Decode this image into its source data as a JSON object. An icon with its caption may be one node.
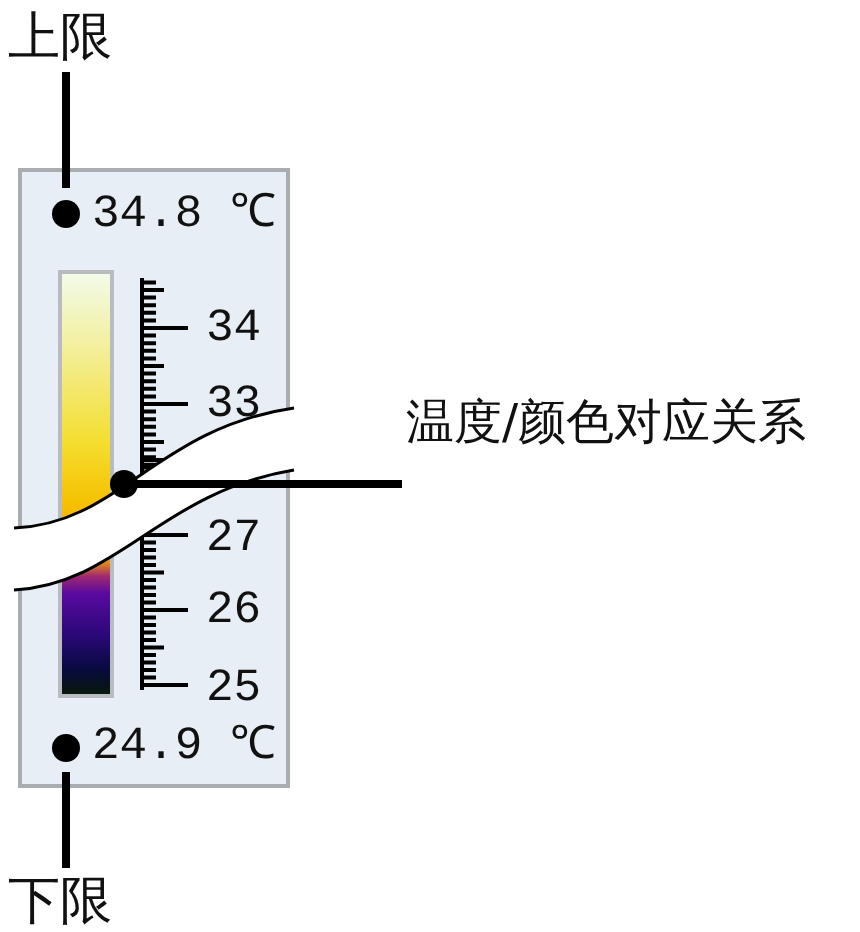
{
  "diagram": {
    "nodes": [
      {
        "text": [
          "上限"
        ]
      },
      {
        "text": [],
        "shape": "box"
      },
      {
        "text": [
          "34.8 ℃"
        ],
        "in": 1
      },
      {
        "text": [],
        "shape": "bar",
        "in": 1
      },
      {
        "text": [
          "温度/颜色对应关系"
        ]
      },
      {
        "text": [
          "24.9 ℃"
        ],
        "in": 1
      },
      {
        "text": [
          "下限"
        ]
      }
    ],
    "edges": [
      {
        "from": 0,
        "to": 2,
        "arrow": "other"
      },
      {
        "from": 4,
        "to": 3,
        "arrow": "other"
      },
      {
        "from": 6,
        "to": 5,
        "arrow": "other"
      }
    ],
    "labels": [
      "34",
      "33",
      "27",
      "26",
      "25"
    ]
  }
}
